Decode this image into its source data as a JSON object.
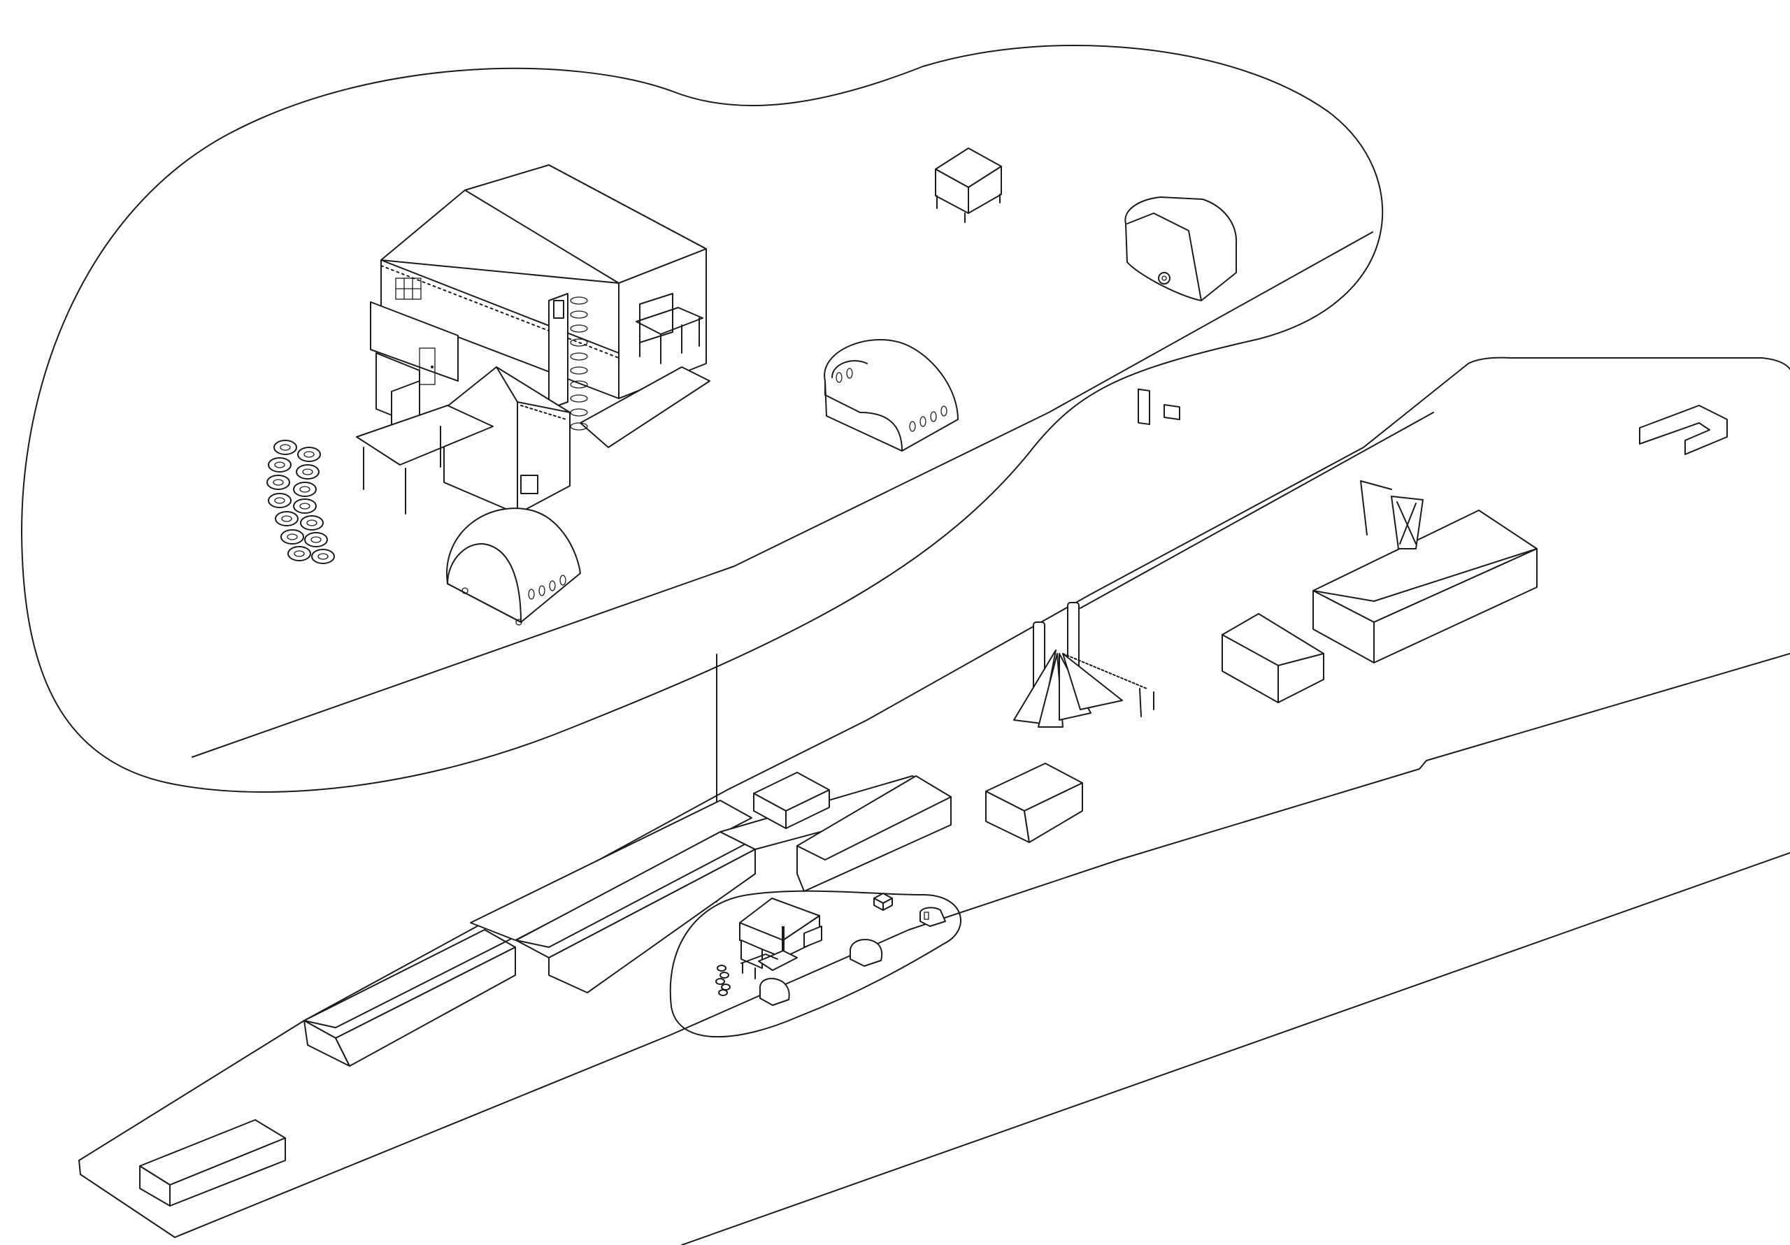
{
  "image": {
    "style": "isometric line drawing",
    "line_color": "#1a1a1a",
    "background": "#ffffff"
  },
  "components": [
    {
      "name": "site-ground"
    },
    {
      "name": "magnified-view-callout"
    },
    {
      "name": "workshop-building"
    },
    {
      "name": "quonset-hut"
    },
    {
      "name": "caravan-trailer"
    },
    {
      "name": "raised-storage-box"
    },
    {
      "name": "stacked-tires"
    },
    {
      "name": "warehouse-sheds"
    },
    {
      "name": "chimney-sculpture"
    },
    {
      "name": "crane-structure"
    },
    {
      "name": "gabled-sheds"
    }
  ]
}
